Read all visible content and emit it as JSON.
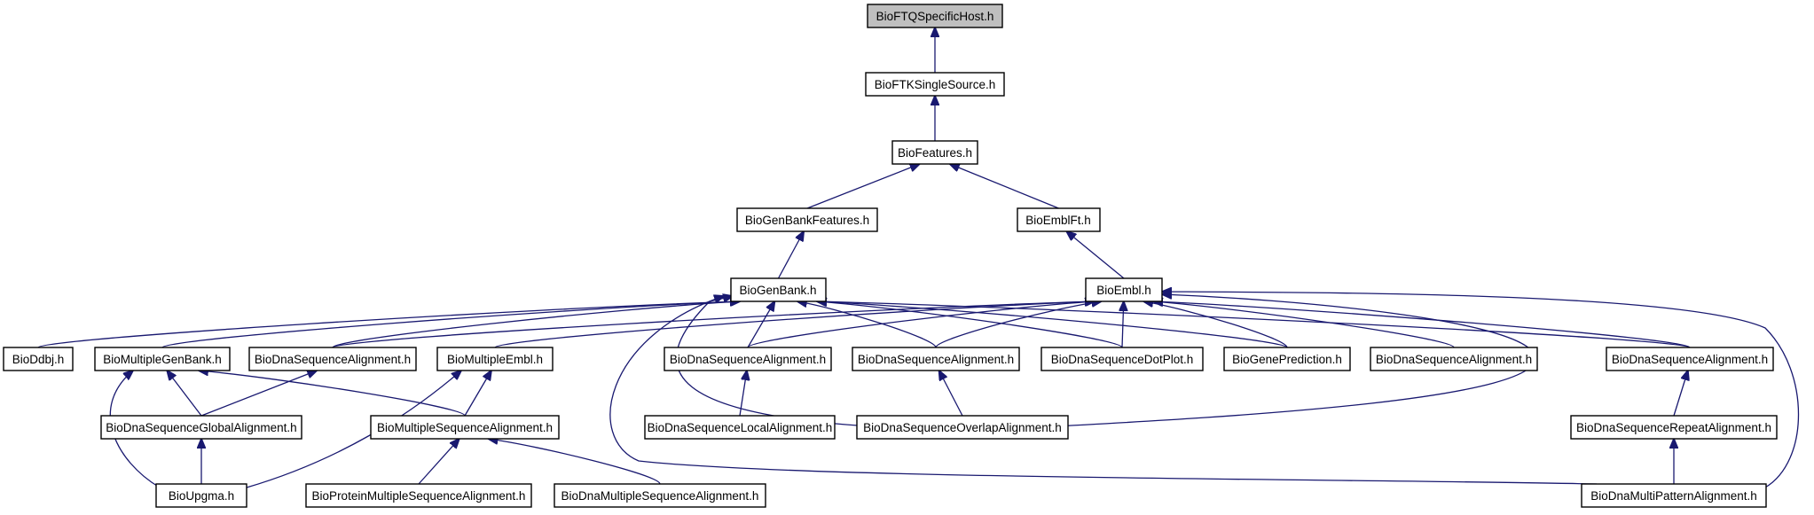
{
  "graph": {
    "edge_color": "#191970",
    "root_fill": "#bfbfbf",
    "nodes": [
      {
        "id": "n0",
        "label": "BioFTQSpecificHost.h",
        "root": true
      },
      {
        "id": "n1",
        "label": "BioFTKSingleSource.h"
      },
      {
        "id": "n2",
        "label": "BioFeatures.h"
      },
      {
        "id": "n3",
        "label": "BioGenBankFeatures.h"
      },
      {
        "id": "n4",
        "label": "BioEmblFt.h"
      },
      {
        "id": "n5",
        "label": "BioGenBank.h"
      },
      {
        "id": "n6",
        "label": "BioEmbl.h"
      },
      {
        "id": "n7",
        "label": "BioDdbj.h"
      },
      {
        "id": "n8",
        "label": "BioMultipleGenBank.h"
      },
      {
        "id": "n9",
        "label": "BioDnaSequenceAlignment.h"
      },
      {
        "id": "n10",
        "label": "BioMultipleEmbl.h"
      },
      {
        "id": "n11",
        "label": "BioDnaSequenceAlignment.h"
      },
      {
        "id": "n12",
        "label": "BioDnaSequenceAlignment.h"
      },
      {
        "id": "n13",
        "label": "BioDnaSequenceDotPlot.h"
      },
      {
        "id": "n14",
        "label": "BioGenePrediction.h"
      },
      {
        "id": "n15",
        "label": "BioDnaSequenceAlignment.h"
      },
      {
        "id": "n16",
        "label": "BioDnaSequenceAlignment.h"
      },
      {
        "id": "n17",
        "label": "BioDnaSequenceGlobalAlignment.h"
      },
      {
        "id": "n18",
        "label": "BioMultipleSequenceAlignment.h"
      },
      {
        "id": "n19",
        "label": "BioDnaSequenceLocalAlignment.h"
      },
      {
        "id": "n20",
        "label": "BioDnaSequenceOverlapAlignment.h"
      },
      {
        "id": "n21",
        "label": "BioDnaSequenceRepeatAlignment.h"
      },
      {
        "id": "n22",
        "label": "BioUpgma.h"
      },
      {
        "id": "n23",
        "label": "BioProteinMultipleSequenceAlignment.h"
      },
      {
        "id": "n24",
        "label": "BioDnaMultipleSequenceAlignment.h"
      },
      {
        "id": "n25",
        "label": "BioDnaMultiPatternAlignment.h"
      }
    ],
    "edges": [
      {
        "from": "n1",
        "to": "n0"
      },
      {
        "from": "n2",
        "to": "n1"
      },
      {
        "from": "n3",
        "to": "n2"
      },
      {
        "from": "n4",
        "to": "n2"
      },
      {
        "from": "n5",
        "to": "n3"
      },
      {
        "from": "n6",
        "to": "n4"
      },
      {
        "from": "n7",
        "to": "n5"
      },
      {
        "from": "n8",
        "to": "n5"
      },
      {
        "from": "n9",
        "to": "n5"
      },
      {
        "from": "n11",
        "to": "n5"
      },
      {
        "from": "n12",
        "to": "n5"
      },
      {
        "from": "n13",
        "to": "n5"
      },
      {
        "from": "n14",
        "to": "n5"
      },
      {
        "from": "n16",
        "to": "n5"
      },
      {
        "from": "n20",
        "to": "n5"
      },
      {
        "from": "n25",
        "to": "n5"
      },
      {
        "from": "n9",
        "to": "n6"
      },
      {
        "from": "n10",
        "to": "n6"
      },
      {
        "from": "n11",
        "to": "n6"
      },
      {
        "from": "n12",
        "to": "n6"
      },
      {
        "from": "n13",
        "to": "n6"
      },
      {
        "from": "n14",
        "to": "n6"
      },
      {
        "from": "n15",
        "to": "n6"
      },
      {
        "from": "n16",
        "to": "n6"
      },
      {
        "from": "n20",
        "to": "n6"
      },
      {
        "from": "n25",
        "to": "n6"
      },
      {
        "from": "n17",
        "to": "n8"
      },
      {
        "from": "n18",
        "to": "n8"
      },
      {
        "from": "n22",
        "to": "n8"
      },
      {
        "from": "n17",
        "to": "n9"
      },
      {
        "from": "n18",
        "to": "n10"
      },
      {
        "from": "n22",
        "to": "n10"
      },
      {
        "from": "n19",
        "to": "n11"
      },
      {
        "from": "n20",
        "to": "n12"
      },
      {
        "from": "n21",
        "to": "n16"
      },
      {
        "from": "n22",
        "to": "n17"
      },
      {
        "from": "n23",
        "to": "n18"
      },
      {
        "from": "n24",
        "to": "n18"
      },
      {
        "from": "n25",
        "to": "n21"
      }
    ]
  }
}
